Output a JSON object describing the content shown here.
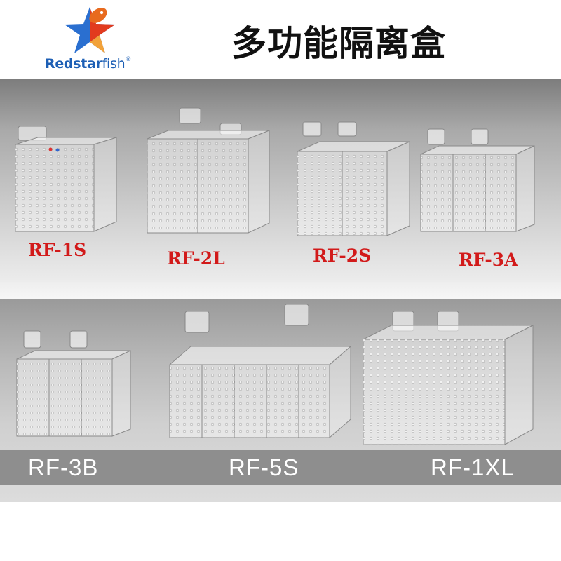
{
  "header": {
    "brand": "Redstar",
    "brand_suffix": "fish",
    "brand_mark": "®",
    "logo_icon": "star-fish-logo-icon",
    "title": "多功能隔离盒"
  },
  "colors": {
    "brand_blue": "#1d5fb5",
    "star_red": "#e23b1e",
    "star_blue": "#2a6fd0",
    "label_red": "#d21a1a",
    "label_white": "#ffffff",
    "title_black": "#111111"
  },
  "products": [
    {
      "id": "RF-1S",
      "label": "RF-1S",
      "style": "red"
    },
    {
      "id": "RF-2L",
      "label": "RF-2L",
      "style": "red"
    },
    {
      "id": "RF-2S",
      "label": "RF-2S",
      "style": "red"
    },
    {
      "id": "RF-3A",
      "label": "RF-3A",
      "style": "red"
    },
    {
      "id": "RF-3B",
      "label": "RF-3B",
      "style": "white"
    },
    {
      "id": "RF-5S",
      "label": "RF-5S",
      "style": "white"
    },
    {
      "id": "RF-1XL",
      "label": "RF-1XL",
      "style": "white"
    }
  ]
}
